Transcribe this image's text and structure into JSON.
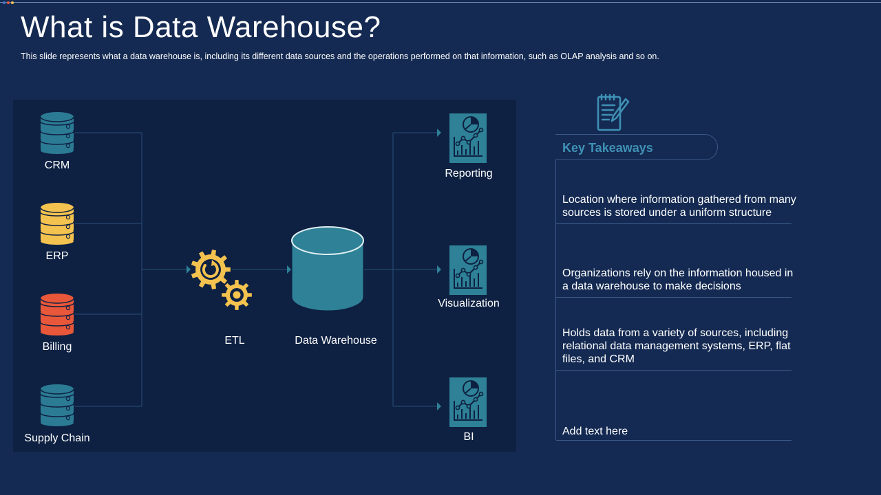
{
  "slide": {
    "title": "What is Data Warehouse?",
    "subtitle": "This slide represents what a data warehouse  is, including its different  data sources and the operations  performed  on that information,  such as OLAP analysis and so on."
  },
  "diagram": {
    "sources": [
      {
        "label": "CRM",
        "color": "#2c7b94"
      },
      {
        "label": "ERP",
        "color": "#f4c24f"
      },
      {
        "label": "Billing",
        "color": "#e8573a"
      },
      {
        "label": "Supply Chain",
        "color": "#2c7b94"
      }
    ],
    "etl": {
      "label": "ETL",
      "color": "#f4c24f"
    },
    "warehouse": {
      "label": "Data Warehouse",
      "color": "#2e8196"
    },
    "outputs": [
      {
        "label": "Reporting"
      },
      {
        "label": "Visualization"
      },
      {
        "label": "BI"
      }
    ]
  },
  "takeaways": {
    "heading": "Key Takeaways",
    "items": [
      "Location where information gathered from many sources is stored under a uniform structure",
      "Organizations rely on the information housed in a data warehouse to make decisions",
      "Holds data from a variety  of sources, including relational data management systems, ERP, flat files, and CRM",
      "Add text here"
    ]
  },
  "colors": {
    "background": "#142a52",
    "panel": "#0e2142",
    "accent_teal": "#2e8196",
    "heading_blue": "#3f91b5",
    "connector": "#2b4e7a"
  },
  "icons": {
    "source": "database-stack-icon",
    "etl": "gears-icon",
    "warehouse": "cylinder-icon",
    "output": "report-chart-icon",
    "takeaways": "notepad-pencil-icon"
  }
}
